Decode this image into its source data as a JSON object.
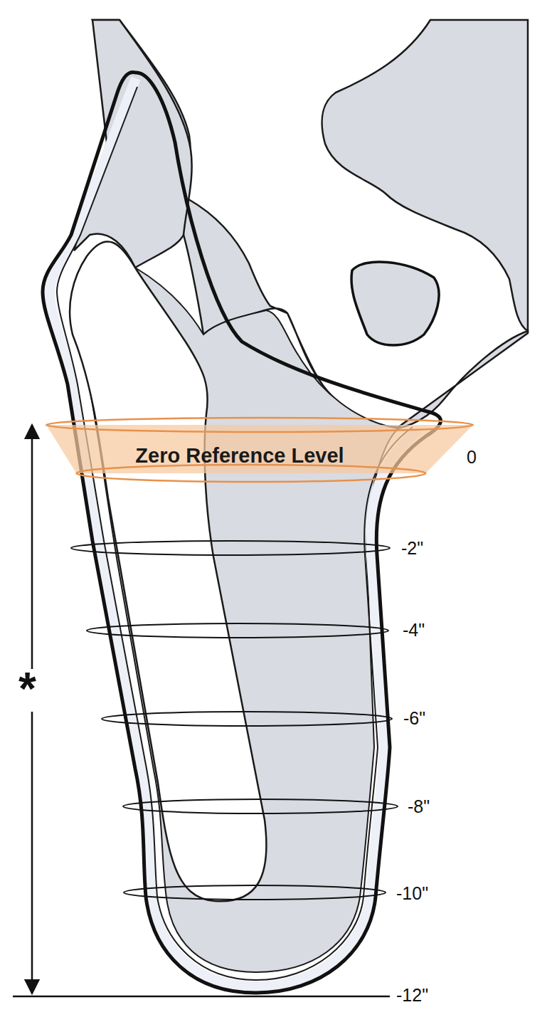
{
  "diagram": {
    "nodes": [
      {
        "text": [
          "Zero Reference Level"
        ]
      }
    ],
    "labels": [
      "0",
      "-2\"",
      "-4\"",
      "-6\"",
      "-8\"",
      "-10\"",
      "-12\"",
      "*"
    ]
  }
}
